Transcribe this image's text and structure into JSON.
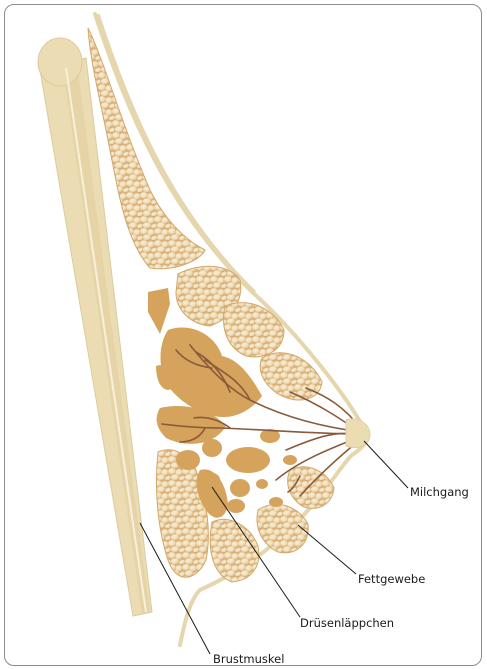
{
  "labels": {
    "milk_duct": "Milchgang",
    "fat_tissue": "Fettgewebe",
    "gland_lobule": "Drüsenläppchen",
    "chest_muscle": "Brustmuskel"
  },
  "colors": {
    "frame": "#8c8c8c",
    "muscle": "#ebdcb4",
    "outline": "#e6d6ad",
    "fat_cell_fill": "#f3e7cc",
    "fat_cell_shade": "#d6aa6c",
    "lobule": "#d5a35c",
    "duct": "#8a5a3a",
    "leader": "#1a1a1a"
  }
}
